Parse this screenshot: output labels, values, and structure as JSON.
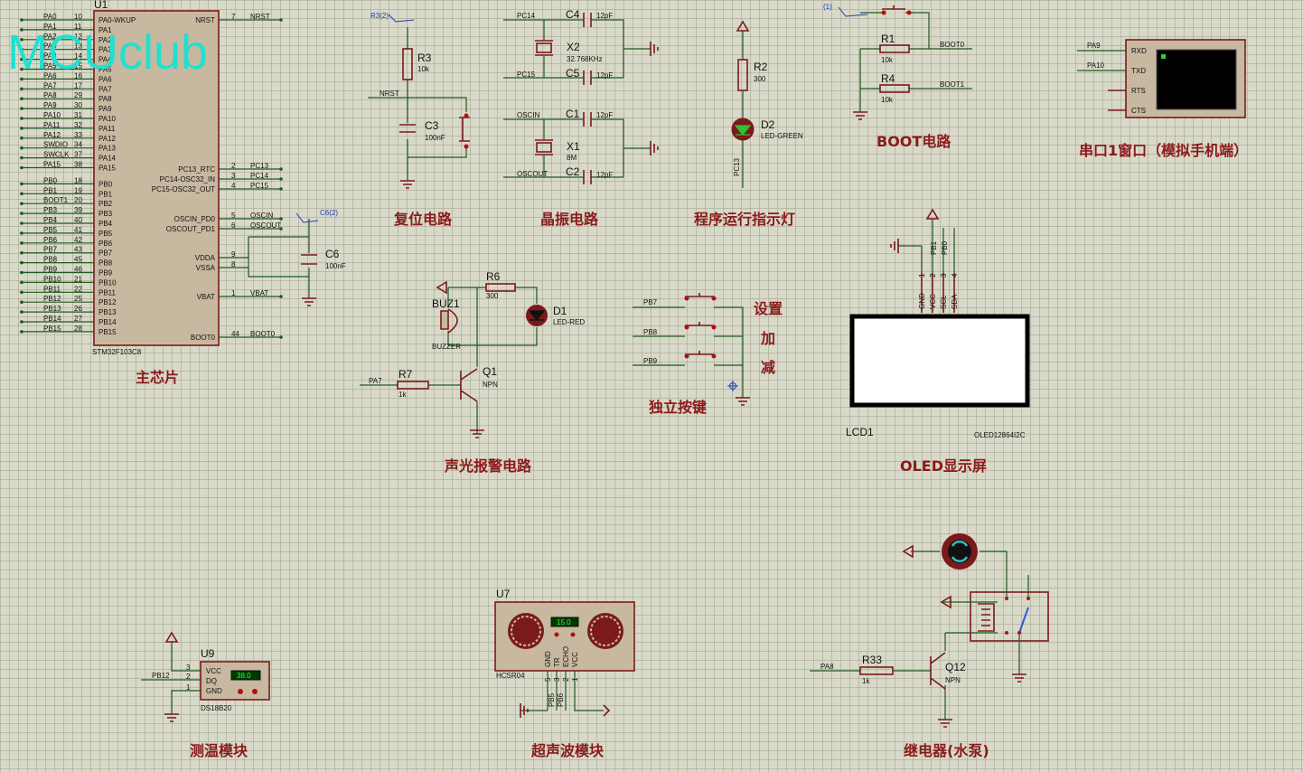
{
  "watermark": "MCUclub",
  "mcu": {
    "ref": "U1",
    "part": "STM32F103C8",
    "left_nets": [
      "PA0",
      "PA1",
      "PA2",
      "PA3",
      "PA4",
      "PA5",
      "PA6",
      "PA7",
      "PA8",
      "PA9",
      "PA10",
      "PA11",
      "PA12",
      "SWDIO",
      "SWCLK",
      "PA15",
      "PB0",
      "PB1",
      "BOOT1",
      "PB3",
      "PB4",
      "PB5",
      "PB6",
      "PB7",
      "PB8",
      "PB9",
      "PB10",
      "PB11",
      "PB12",
      "PB13",
      "PB14",
      "PB15"
    ],
    "left_pin_numbers": [
      "10",
      "11",
      "12",
      "13",
      "14",
      "15",
      "16",
      "17",
      "29",
      "30",
      "31",
      "32",
      "33",
      "34",
      "37",
      "38",
      "18",
      "19",
      "20",
      "39",
      "40",
      "41",
      "42",
      "43",
      "45",
      "46",
      "21",
      "22",
      "25",
      "26",
      "27",
      "28"
    ],
    "left_pin_names": [
      "PA0-WKUP",
      "PA1",
      "PA2",
      "PA3",
      "PA4",
      "PA5",
      "PA6",
      "PA7",
      "PA8",
      "PA9",
      "PA10",
      "PA11",
      "PA12",
      "PA13",
      "PA14",
      "PA15",
      "PB0",
      "PB1",
      "PB2",
      "PB3",
      "PB4",
      "PB5",
      "PB6",
      "PB7",
      "PB8",
      "PB9",
      "PB10",
      "PB11",
      "PB12",
      "PB13",
      "PB14",
      "PB15"
    ],
    "right_pins": [
      {
        "name": "NRST",
        "num": "7",
        "net": "NRST"
      },
      {
        "name": "PC13_RTC",
        "num": "2",
        "net": "PC13"
      },
      {
        "name": "PC14-OSC32_IN",
        "num": "3",
        "net": "PC14"
      },
      {
        "name": "PC15-OSC32_OUT",
        "num": "4",
        "net": "PC15"
      },
      {
        "name": "OSCIN_PD0",
        "num": "5",
        "net": "OSCIN"
      },
      {
        "name": "OSCOUT_PD1",
        "num": "6",
        "net": "OSCOUT"
      },
      {
        "name": "VDDA",
        "num": "9",
        "net": ""
      },
      {
        "name": "VSSA",
        "num": "8",
        "net": ""
      },
      {
        "name": "VBAT",
        "num": "1",
        "net": "VBAT"
      },
      {
        "name": "BOOT0",
        "num": "44",
        "net": "BOOT0"
      }
    ],
    "c6": {
      "ref": "C6",
      "value": "100nF",
      "probe": "C6(2)"
    }
  },
  "reset": {
    "r_ref": "R3",
    "r_val": "10k",
    "c_ref": "C3",
    "c_val": "100nF",
    "net": "NRST",
    "probe": "R3(2)"
  },
  "crystal": {
    "c4": {
      "ref": "C4",
      "val": "12pF"
    },
    "c5": {
      "ref": "C5",
      "val": "12pF"
    },
    "x2": {
      "ref": "X2",
      "val": "32.768KHz"
    },
    "c1": {
      "ref": "C1",
      "val": "12pF"
    },
    "c2": {
      "ref": "C2",
      "val": "12pF"
    },
    "x1": {
      "ref": "X1",
      "val": "8M"
    },
    "nets": [
      "PC14",
      "PC15",
      "OSCIN",
      "OSCOUT"
    ]
  },
  "led_indicator": {
    "r_ref": "R2",
    "r_val": "300",
    "d_ref": "D2",
    "d_val": "LED-GREEN",
    "net": "PC13"
  },
  "boot": {
    "r1_ref": "R1",
    "r1_val": "10k",
    "r4_ref": "R4",
    "r4_val": "10k",
    "net0": "BOOT0",
    "net1": "BOOT1",
    "probe": "(1)"
  },
  "uart": {
    "pins": [
      "RXD",
      "TXD",
      "RTS",
      "CTS"
    ],
    "nets": [
      "PA9",
      "PA10"
    ]
  },
  "oled": {
    "pins": [
      "GND",
      "VCC",
      "SCL",
      "SDA"
    ],
    "pin_nums": [
      "1",
      "2",
      "3",
      "4"
    ],
    "nets": [
      "PB1",
      "PB0"
    ],
    "ref": "LCD1",
    "part": "OLED12864I2C"
  },
  "alarm": {
    "buz_ref": "BUZ1",
    "buz_val": "BUZZER",
    "r6_ref": "R6",
    "r6_val": "300",
    "d1_ref": "D1",
    "d1_val": "LED-RED",
    "r7_ref": "R7",
    "r7_val": "1k",
    "q_ref": "Q1",
    "q_val": "NPN",
    "net": "PA7"
  },
  "keys": {
    "nets": [
      "PB7",
      "PB8",
      "PB9"
    ],
    "labels": [
      "设置",
      "加",
      "减"
    ]
  },
  "ds18b20": {
    "ref": "U9",
    "part": "DS18B20",
    "pins": [
      "VCC",
      "DQ",
      "GND"
    ],
    "pin_nums": [
      "3",
      "2",
      "1"
    ],
    "reading": "38.0",
    "net": "PB12"
  },
  "hcsr04": {
    "ref": "U7",
    "part": "HCSR04",
    "pins": [
      "GND",
      "TR",
      "ECHO",
      "VCC"
    ],
    "reading": "15.0",
    "nets": [
      "PB5",
      "PB6"
    ],
    "pin_nums": [
      "5",
      "3",
      "2",
      "1"
    ]
  },
  "relay": {
    "r_ref": "R33",
    "r_val": "1k",
    "q_ref": "Q12",
    "q_val": "NPN",
    "net": "PA8"
  },
  "sections": {
    "main": "主芯片",
    "reset": "复位电路",
    "crystal": "晶振电路",
    "indicator": "程序运行指示灯",
    "boot": "BOOT电路",
    "uart": "串口1窗口（模拟手机端）",
    "alarm": "声光报警电路",
    "keys": "独立按键",
    "oled": "OLED显示屏",
    "temp": "测温模块",
    "ultrasonic": "超声波模块",
    "relay": "继电器(水泵)"
  }
}
